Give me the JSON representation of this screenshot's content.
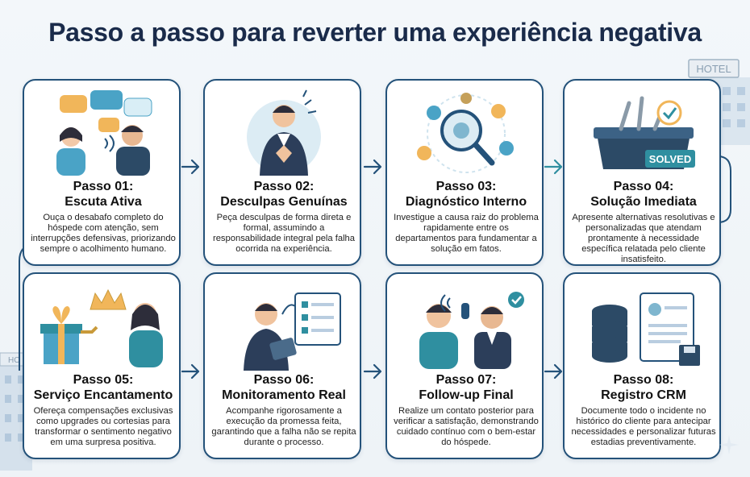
{
  "title": "Passo a passo para reverter uma experiência negativa",
  "steps": [
    {
      "step": "Passo 01:",
      "name": "Escuta Ativa",
      "description": "Ouça o desabafo completo do hóspede com atenção, sem interrupções defensivas, priorizando sempre o acolhimento humano."
    },
    {
      "step": "Passo 02:",
      "name": "Desculpas Genuínas",
      "description": "Peça desculpas de forma direta e formal, assumindo a responsabilidade integral pela falha ocorrida na experiência."
    },
    {
      "step": "Passo 03:",
      "name": "Diagnóstico Interno",
      "description": "Investigue a causa raiz do problema rapidamente entre os departamentos para fundamentar a solução em fatos."
    },
    {
      "step": "Passo 04:",
      "name": "Solução Imediata",
      "description": "Apresente alternativas resolutivas e personalizadas que atendam prontamente à necessidade específica relatada pelo cliente insatisfeito."
    },
    {
      "step": "Passo 05:",
      "name": "Serviço Encantamento",
      "description": "Ofereça compensações exclusivas como upgrades ou cortesias para transformar o sentimento negativo em uma surpresa positiva."
    },
    {
      "step": "Passo 06:",
      "name": "Monitoramento Real",
      "description": "Acompanhe rigorosamente a execução da promessa feita, garantindo que a falha não se repita durante o processo."
    },
    {
      "step": "Passo 07:",
      "name": "Follow-up Final",
      "description": "Realize um contato posterior para verificar a satisfação, demonstrando cuidado contínuo com o bem-estar do hóspede."
    },
    {
      "step": "Passo 08:",
      "name": "Registro CRM",
      "description": "Documente todo o incidente no histórico do cliente para antecipar necessidades e personalizar futuras estadias preventivamente."
    }
  ],
  "labels": {
    "hotel_sign": "HOTEL",
    "hotel_sign_left": "HO",
    "solved_badge": "SOLVED"
  },
  "colors": {
    "card_border": "#24527a",
    "arrow": "#24527a",
    "title": "#1a2b4a",
    "accent_teal": "#2f8fa0"
  },
  "icons": [
    "speech-bubbles-icon",
    "bowing-staff-icon",
    "magnifier-gears-icon",
    "toolbox-icon",
    "gift-crown-icon",
    "tablet-checklist-icon",
    "phone-call-icon",
    "database-document-icon"
  ]
}
